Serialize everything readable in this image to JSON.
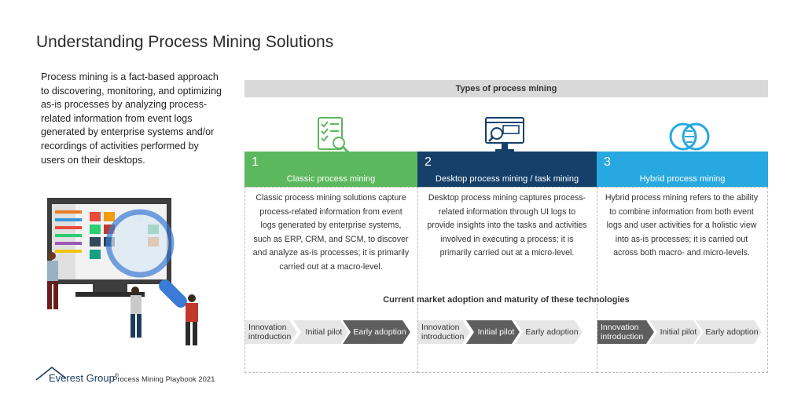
{
  "page": {
    "title": "Understanding Process Mining Solutions",
    "intro": "Process mining is a fact-based approach to discovering, monitoring, and optimizing as-is processes by analyzing process-related information from event logs generated by enterprise systems and/or recordings of activities performed by users on their desktops."
  },
  "types_header": "Types of process mining",
  "columns": [
    {
      "number": "1",
      "label": "Classic process mining",
      "color": "#5cb85c",
      "icon": "checklist-magnifier-icon",
      "description": "Classic process mining solutions capture process-related information from event logs generated by enterprise systems, such as ERP, CRM, and SCM, to discover and analyze as-is processes; it is primarily carried out at a macro-level."
    },
    {
      "number": "2",
      "label": "Desktop process mining / task mining",
      "color": "#14406a",
      "icon": "desktop-monitor-magnifier-icon",
      "description": "Desktop process mining captures process-related information through UI logs to provide insights into the tasks and activities involved in executing a process; it is primarily carried out at a micro-level."
    },
    {
      "number": "3",
      "label": "Hybrid process mining",
      "color": "#27a8e0",
      "icon": "overlapping-circles-icon",
      "description": "Hybrid process mining refers to the ability to combine information from both event logs and user activities for a holistic view into as-is processes; it is carried out across both macro- and micro-levels."
    }
  ],
  "market_title": "Current market adoption and maturity of these technologies",
  "stages": {
    "s1": "Innovation introduction",
    "s2": "Initial pilot",
    "s3": "Early adoption"
  },
  "footer": {
    "brand": "Everest Group",
    "brand_mark": "®",
    "document": "Process Mining Playbook 2021"
  },
  "colors": {
    "green": "#5cb85c",
    "navy": "#14406a",
    "blue": "#27a8e0",
    "stage_active": "#5e5e5e",
    "stage_inactive": "#e6e6e6"
  }
}
